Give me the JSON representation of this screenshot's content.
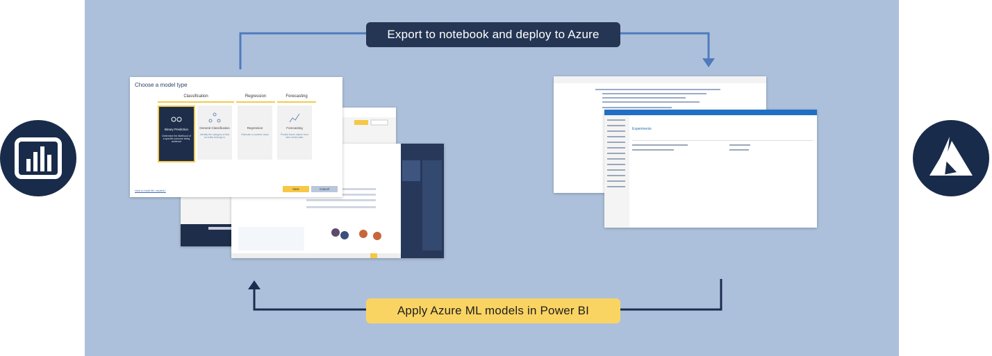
{
  "pill_top": {
    "label": "Export to notebook and deploy to Azure"
  },
  "pill_bottom": {
    "label": "Apply Azure ML models in Power BI"
  },
  "dialog": {
    "title": "Choose a model type",
    "columns": [
      "Classification",
      "Regression",
      "Forecasting"
    ],
    "cards": [
      {
        "label": "Binary Prediction",
        "desc": "Determine the likelihood of a specific outcome being achieved"
      },
      {
        "label": "General Classification",
        "desc": "Identify the category of that an entity belongs to"
      },
      {
        "label": "Regression",
        "desc": "Estimate a numeric value"
      },
      {
        "label": "Forecasting",
        "desc": "Predict future values from time series data"
      }
    ],
    "next_label": "Next",
    "cancel_label": "Cancel",
    "help_link": "How to build ML models?"
  },
  "azure_portal": {
    "heading": "Experiments"
  },
  "colors": {
    "panel": "#adc0db",
    "navy": "#192b4a",
    "pill_dark": "#253654",
    "pill_yellow": "#fad463",
    "arrow_top": "#4f7bbd",
    "arrow_bottom": "#1c2c4f"
  },
  "icons": {
    "left": "power-bi-logo",
    "right": "azure-logo"
  }
}
